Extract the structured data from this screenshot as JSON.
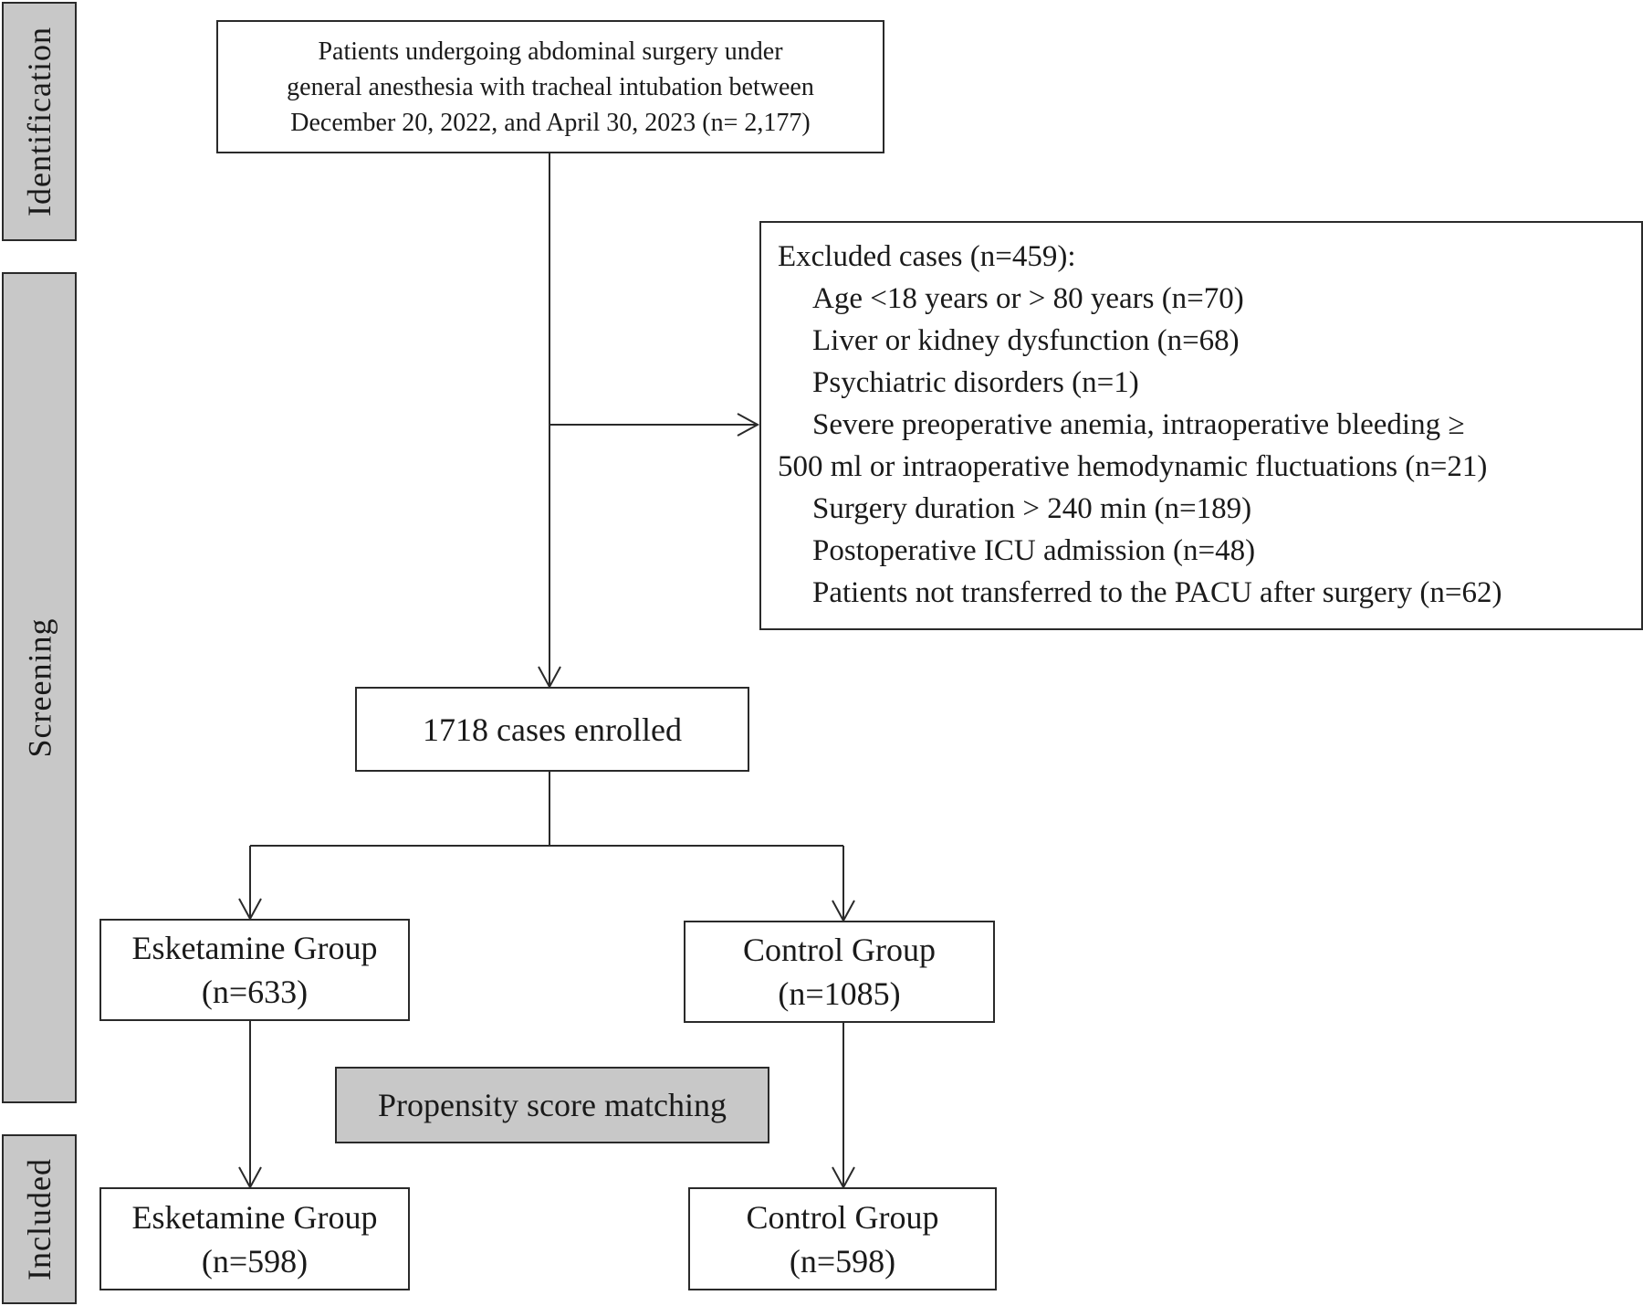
{
  "phases": {
    "identification": "Identification",
    "screening": "Screening",
    "included": "Included"
  },
  "start_box": {
    "line1": "Patients undergoing abdominal surgery under",
    "line2": "general anesthesia with tracheal intubation between",
    "line3": "December 20, 2022,  and April 30, 2023  (n= 2,177)"
  },
  "excluded": {
    "title": "Excluded  cases (n=459):",
    "items": [
      "Age <18 years or > 80 years (n=70)",
      "Liver  or kidney  dysfunction  (n=68)",
      "Psychiatric  disorders  (n=1)",
      "Severe  preoperative  anemia,  intraoperative  bleeding  ≥",
      "500 ml  or intraoperative  hemodynamic  fluctuations  (n=21)",
      "Surgery  duration  > 240 min  (n=189)",
      "Postoperative  ICU admission  (n=48)",
      "Patients not transferred to the PACU after surgery (n=62)"
    ]
  },
  "enrolled": "1718 cases enrolled",
  "esketamine_before": {
    "label": "Esketamine  Group",
    "n": "(n=633)"
  },
  "control_before": {
    "label": "Control  Group",
    "n": "(n=1085)"
  },
  "psm": "Propensity  score matching",
  "esketamine_after": {
    "label": "Esketamine  Group",
    "n": "(n=598)"
  },
  "control_after": {
    "label": "Control  Group",
    "n": "(n=598)"
  }
}
